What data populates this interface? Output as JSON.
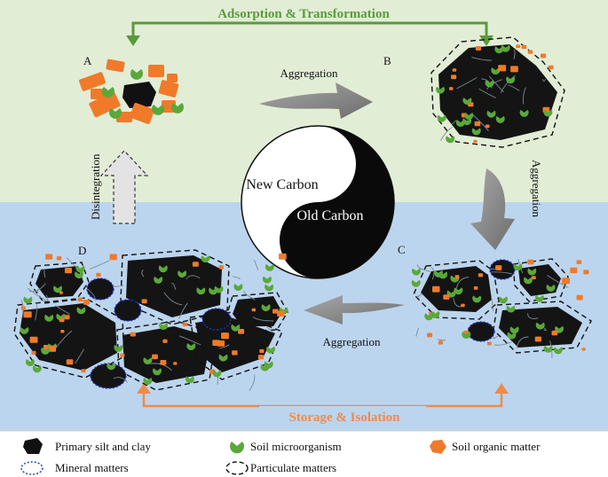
{
  "top_cycle_label": "Adsorption & Transformation",
  "bottom_cycle_label": "Storage & Isolation",
  "panel_labels": {
    "a": "A",
    "b": "B",
    "c": "C",
    "d": "D"
  },
  "arrow_labels": {
    "a_to_b": "Aggregation",
    "b_to_c": "Aggregation",
    "c_to_d": "Aggregation",
    "d_to_a": "Disintegration"
  },
  "yin_yang": {
    "upper_label": "New Carbon",
    "lower_label": "Old Carbon"
  },
  "legend": [
    {
      "label": "Primary silt and clay",
      "icon": "silt-clay-icon"
    },
    {
      "label": "Soil microorganism",
      "icon": "microorganism-icon"
    },
    {
      "label": "Soil organic matter",
      "icon": "organic-matter-icon"
    },
    {
      "label": "Mineral matters",
      "icon": "mineral-matters-icon"
    },
    {
      "label": "Particulate matters",
      "icon": "particulate-matters-icon"
    }
  ],
  "colors": {
    "upper_band": "#e2edd6",
    "lower_band": "#bcd5ee",
    "top_cycle": "#5a9a3c",
    "bottom_cycle": "#ed8c4e",
    "silt_clay": "#111111",
    "microorganism": "#5aa83a",
    "organic_matter": "#f07a2a",
    "mineral_outline": "#2233cc",
    "aggregation_arrow": "#8a8a8a",
    "disintegration_arrow": "#e3e3e3"
  }
}
